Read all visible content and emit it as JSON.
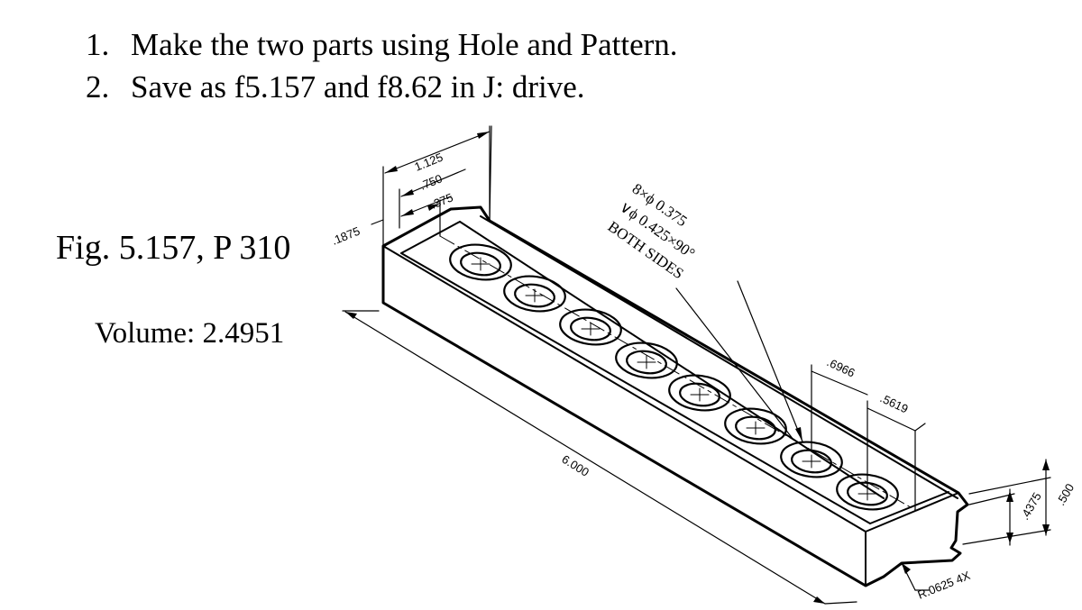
{
  "instructions": [
    {
      "num": "1.",
      "text": "Make the two parts using Hole and Pattern."
    },
    {
      "num": "2.",
      "text": "Save as f5.157 and f8.62 in  J: drive."
    }
  ],
  "figure": {
    "caption": "Fig. 5.157, P 310",
    "volume": "Volume: 2.4951"
  },
  "dimensions": {
    "d1125": "1.125",
    "d750": ".750",
    "d375": ".375",
    "d1875": ".1875",
    "length": "6.000",
    "d6966": ".6966",
    "d5619": ".5619",
    "d4375": ".4375",
    "d500": ".500",
    "radius": "R.0625 4X"
  },
  "hole_callout": {
    "line1": "8×ϕ 0.375",
    "line2": "∨ϕ 0.425×90°",
    "line3": "BOTH SIDES"
  },
  "colors": {
    "ink": "#000000",
    "background": "#ffffff"
  }
}
